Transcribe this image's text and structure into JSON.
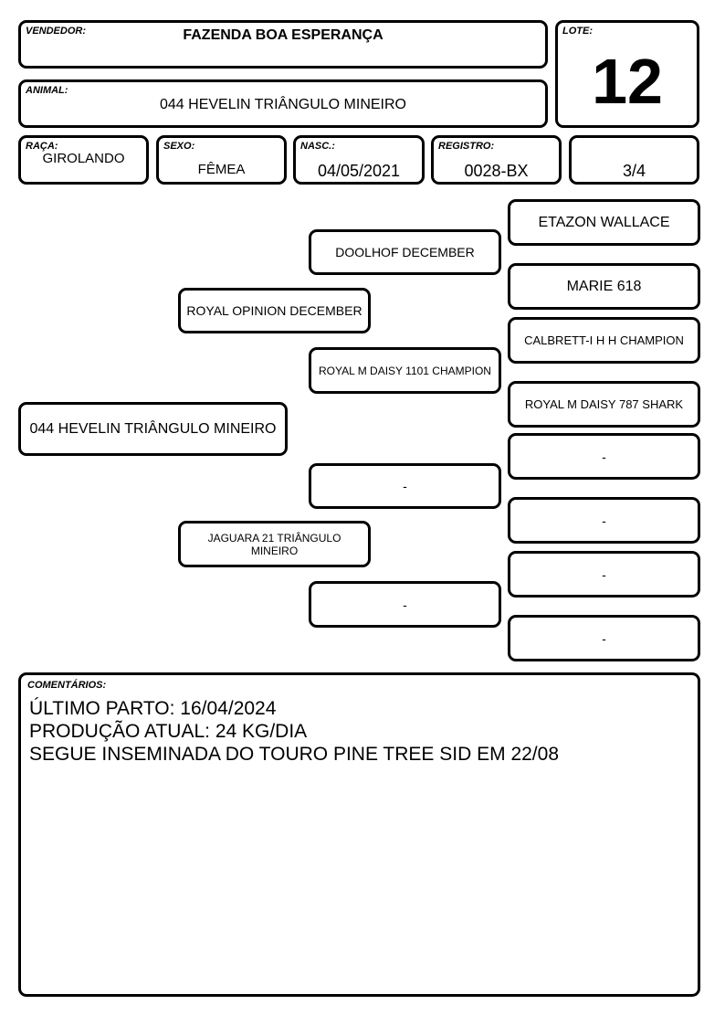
{
  "header": {
    "vendedor_label": "VENDEDOR:",
    "vendedor_value": "FAZENDA BOA ESPERANÇA",
    "lote_label": "LOTE:",
    "lote_value": "12",
    "animal_label": "ANIMAL:",
    "animal_value": "044 HEVELIN TRIÂNGULO MINEIRO"
  },
  "info": {
    "raca_label": "RAÇA:",
    "raca_value": "GIROLANDO",
    "sexo_label": "SEXO:",
    "sexo_value": "FÊMEA",
    "nasc_label": "NASC.:",
    "nasc_value": "04/05/2021",
    "registro_label": "REGISTRO:",
    "registro_value": "0028-BX",
    "grau_value": "3/4"
  },
  "pedigree": {
    "animal": "044 HEVELIN TRIÂNGULO MINEIRO",
    "sire": "ROYAL OPINION DECEMBER",
    "dam": "JAGUARA 21 TRIÂNGULO MINEIRO",
    "sire_sire": "DOOLHOF DECEMBER",
    "sire_dam": "ROYAL M DAISY 1101 CHAMPION",
    "dam_sire": "-",
    "dam_dam": "-",
    "ggp": [
      "ETAZON WALLACE",
      "MARIE 618",
      "CALBRETT-I H H CHAMPION",
      "ROYAL M DAISY 787 SHARK",
      "-",
      "-",
      "-",
      "-"
    ]
  },
  "comments": {
    "label": "COMENTÁRIOS:",
    "lines": [
      "ÚLTIMO PARTO: 16/04/2024",
      "PRODUÇÃO ATUAL: 24 KG/DIA",
      "SEGUE INSEMINADA DO TOURO PINE TREE SID EM 22/08"
    ]
  }
}
